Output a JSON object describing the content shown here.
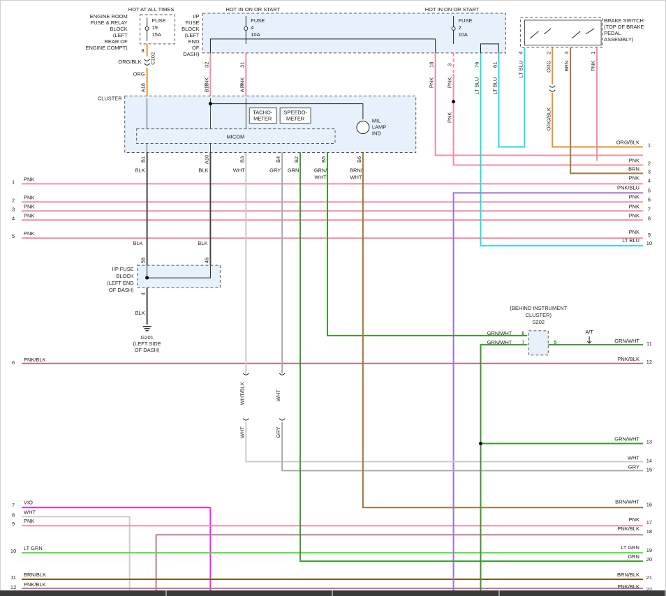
{
  "colors": {
    "pnk": "#f28ca0",
    "blk": "#444444",
    "org": "#e8922f",
    "brn": "#9c7a3a",
    "brn_dk": "#7a5a14",
    "grn": "#3a9a2a",
    "lt_grn": "#55dd44",
    "lt_blu": "#1edcf0",
    "vio": "#ee22ee",
    "pnk_blu": "#a070d8",
    "wht": "#cccccc",
    "gry": "#aaaaaa",
    "box_fill": "#e6f1fb",
    "box_stroke": "#555555"
  },
  "headers": {
    "hot_all_times": "HOT AT ALL TIMES",
    "hot_run_1": "HOT IN ON OR START",
    "hot_run_2": "HOT IN ON OR START"
  },
  "engine_block": {
    "label": [
      "ENGINE ROOM",
      "FUSE & RELAY",
      "BLOCK",
      "(LEFT",
      "REAR OF",
      "ENGINE COMPT)"
    ],
    "fuse": [
      "FUSE",
      "19",
      "15A"
    ],
    "pin": "8",
    "connector": "C102",
    "wire1": "ORG/BLK",
    "wire2": "ORG"
  },
  "ip_block": {
    "label": [
      "I/P",
      "FUSE",
      "BLOCK",
      "(LEFT",
      "END",
      "OF",
      "DASH)"
    ],
    "fuse4": [
      "FUSE",
      "4",
      "10A"
    ],
    "fuse2": [
      "FUSE",
      "2",
      "10A"
    ],
    "pins": [
      {
        "pin": "32",
        "wire": "PNK"
      },
      {
        "pin": "31",
        "wire": "PNK"
      },
      {
        "pin": "18",
        "wire": "PNK"
      },
      {
        "pin": "3",
        "wire": "PNK"
      },
      {
        "pin": "76",
        "wire": "LT BLU"
      },
      {
        "pin": "61",
        "wire": "LT BLU"
      }
    ]
  },
  "brake_switch": {
    "label": [
      "BRAKE SWITCH",
      "(TOP OF BRAKE",
      "PEDAL",
      "ASSEMBLY)"
    ],
    "pins": [
      {
        "pin": "4",
        "wire": "LT BLU"
      },
      {
        "pin": "2",
        "wire": "ORG"
      },
      {
        "pin": "3",
        "wire": "BRN"
      },
      {
        "pin": "1",
        "wire": "PNK"
      }
    ],
    "lower_wire": "ORG/BLK"
  },
  "cluster": {
    "label": "CLUSTER",
    "top_pins": [
      "A18",
      "B15",
      "A19"
    ],
    "tacho": [
      "TACHO-",
      "METER"
    ],
    "speedo": [
      "SPEEDO-",
      "METER"
    ],
    "mil": [
      "MIL",
      "LAMP",
      "IND"
    ],
    "micom": "MICOM",
    "bottom_pins": [
      {
        "pin": "B1",
        "wire": [
          "BLK"
        ]
      },
      {
        "pin": "A10",
        "wire": [
          "BLK"
        ]
      },
      {
        "pin": "B3",
        "wire": [
          "WHT"
        ]
      },
      {
        "pin": "B4",
        "wire": [
          "GRY"
        ]
      },
      {
        "pin": "B2",
        "wire": [
          "GRN"
        ]
      },
      {
        "pin": "B5",
        "wire": [
          "GRN/",
          "WHT"
        ]
      },
      {
        "pin": "B6",
        "wire": [
          "BRN/",
          "WHT"
        ]
      }
    ],
    "pnk_mid": "PNK"
  },
  "ip_fuse_lower": {
    "label": [
      "I/P FUSE",
      "BLOCK",
      "(LEFT END",
      "OF DASH)"
    ],
    "pin58": "58",
    "pin46": "46",
    "pin4": "4",
    "blk1": "BLK",
    "blk2": "BLK",
    "blk3": "BLK"
  },
  "ground": {
    "label": [
      "G201",
      "(LEFT SIDE",
      "OF DASH)"
    ]
  },
  "splice": {
    "label": [
      "(BEHIND INSTRUMENT",
      "CLUSTER)",
      "S202"
    ],
    "pin6": "6",
    "pin7": "7",
    "pin5": "5",
    "wire6": "GRN/WHT",
    "wire7": "GRN/WHT",
    "at": "A/T"
  },
  "inline_conn": {
    "wht_blk": "WHT/BLK",
    "wht1": "WHT",
    "wht2": "WHT",
    "gry": "GRY"
  },
  "left_wires": [
    {
      "num": "1",
      "label": "PNK"
    },
    {
      "num": "2",
      "label": "PNK"
    },
    {
      "num": "3",
      "label": "PNK"
    },
    {
      "num": "4",
      "label": "PNK"
    },
    {
      "num": "5",
      "label": "PNK"
    },
    {
      "num": "6",
      "label": "PNK/BLK"
    },
    {
      "num": "7",
      "label": "VIO"
    },
    {
      "num": "8",
      "label": "WHT"
    },
    {
      "num": "9",
      "label": "PNK"
    },
    {
      "num": "10",
      "label": "LT GRN"
    },
    {
      "num": "11",
      "label": "BRN/BLK"
    },
    {
      "num": "12",
      "label": "PNK/BLK"
    }
  ],
  "right_wires": [
    {
      "num": "1",
      "label": "ORG/BLK"
    },
    {
      "num": "2",
      "label": "PNK"
    },
    {
      "num": "3",
      "label": "BRN"
    },
    {
      "num": "4",
      "label": "PNK"
    },
    {
      "num": "5",
      "label": "PNK/BLU"
    },
    {
      "num": "6",
      "label": "PNK"
    },
    {
      "num": "7",
      "label": "PNK"
    },
    {
      "num": "8",
      "label": "PNK"
    },
    {
      "num": "9",
      "label": "PNK"
    },
    {
      "num": "10",
      "label": "LT BLU"
    },
    {
      "num": "11",
      "label": "GRN/WHT"
    },
    {
      "num": "12",
      "label": "PNK/BLK"
    },
    {
      "num": "13",
      "label": "GRN/WHT"
    },
    {
      "num": "14",
      "label": "WHT"
    },
    {
      "num": "15",
      "label": "GRY"
    },
    {
      "num": "16",
      "label": "BRN/WHT"
    },
    {
      "num": "17",
      "label": "PNK"
    },
    {
      "num": "18",
      "label": "PNK/BLK"
    },
    {
      "num": "19",
      "label": "LT GRN"
    },
    {
      "num": "20",
      "label": "GRN"
    },
    {
      "num": "21",
      "label": "BRN/BLK"
    },
    {
      "num": "22",
      "label": "PNK/BLK"
    }
  ]
}
